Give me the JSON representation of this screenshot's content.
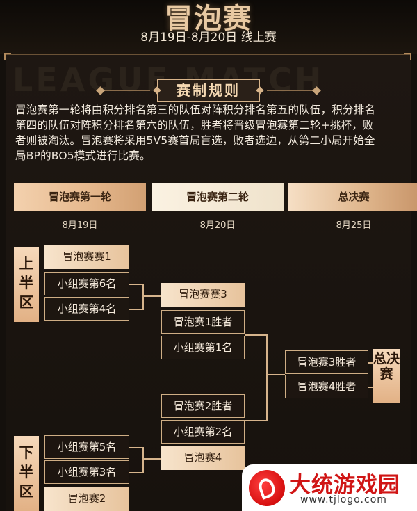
{
  "header": {
    "title": "冒泡赛",
    "subtitle": "8月19日-8月20日 线上赛",
    "background_text": "LEAGUE MATCH"
  },
  "section": {
    "heading": "赛制规则",
    "rules_lines": [
      "冒泡赛第一轮将由积分排名第三的队伍对阵积分排名第五的队伍，积分排名",
      "第四的队伍对阵积分排名第六的队伍，胜者将晋级冒泡赛第二轮+挑杯，败",
      "者则被淘汰。冒泡赛将采用5V5赛首局盲选，败者选边，从第二小局开始全",
      "局BP的BO5模式进行比赛。"
    ]
  },
  "stages": [
    {
      "label": "冒泡赛第一轮",
      "date": "8月19日"
    },
    {
      "label": "冒泡赛第二轮",
      "date": "8月20日"
    },
    {
      "label": "总决赛",
      "date": "8月25日"
    }
  ],
  "halves": {
    "upper": "上半区",
    "lower": "下半区",
    "final": "总决赛"
  },
  "bracket": {
    "r1_upper": [
      "冒泡赛赛1",
      "小组赛第6名",
      "小组赛第4名"
    ],
    "r2_upper": [
      "冒泡赛赛3",
      "冒泡赛1胜者",
      "小组赛第1名"
    ],
    "r2_lower": [
      "冒泡赛2胜者",
      "小组赛第2名",
      "冒泡赛4"
    ],
    "r1_lower": [
      "小组赛第5名",
      "小组赛第3名",
      "冒泡赛2"
    ],
    "final": [
      "冒泡赛3胜者",
      "冒泡赛4胜者"
    ]
  },
  "watermark": {
    "title": "大统游戏园",
    "url": "www.tjlogo.com"
  },
  "colors": {
    "background": "#14100c",
    "gold_accent": "#d6b48c",
    "box_fill": "#e7c39c",
    "watermark_red": "#d01515"
  }
}
